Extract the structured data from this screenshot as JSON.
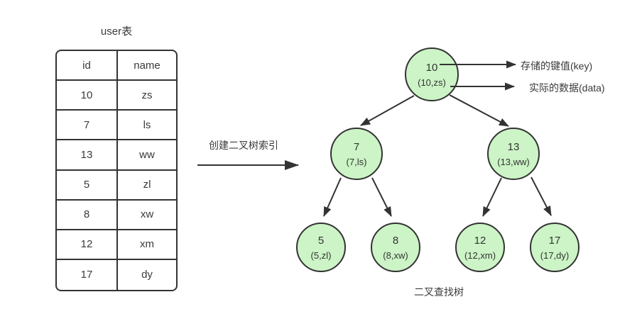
{
  "colors": {
    "background": "#ffffff",
    "node_fill": "#ccf4c6",
    "node_border": "#333333",
    "line": "#333333",
    "text": "#3a3a3a"
  },
  "table": {
    "title": "user表",
    "headers": [
      "id",
      "name"
    ],
    "rows": [
      {
        "id": "10",
        "name": "zs"
      },
      {
        "id": "7",
        "name": "ls"
      },
      {
        "id": "13",
        "name": "ww"
      },
      {
        "id": "5",
        "name": "zl"
      },
      {
        "id": "8",
        "name": "xw"
      },
      {
        "id": "12",
        "name": "xm"
      },
      {
        "id": "17",
        "name": "dy"
      }
    ]
  },
  "transform_arrow": {
    "label": "创建二叉树索引"
  },
  "tree": {
    "caption": "二叉查找树",
    "annotations": {
      "key_label": "存储的键值(key)",
      "data_label": "实际的数据(data)"
    },
    "nodes": {
      "root": {
        "key": "10",
        "data": "(10,zs)"
      },
      "left": {
        "key": "7",
        "data": "(7,ls)"
      },
      "right": {
        "key": "13",
        "data": "(13,ww)"
      },
      "left_left": {
        "key": "5",
        "data": "(5,zl)"
      },
      "left_right": {
        "key": "8",
        "data": "(8,xw)"
      },
      "right_left": {
        "key": "12",
        "data": "(12,xm)"
      },
      "right_right": {
        "key": "17",
        "data": "(17,dy)"
      }
    }
  }
}
